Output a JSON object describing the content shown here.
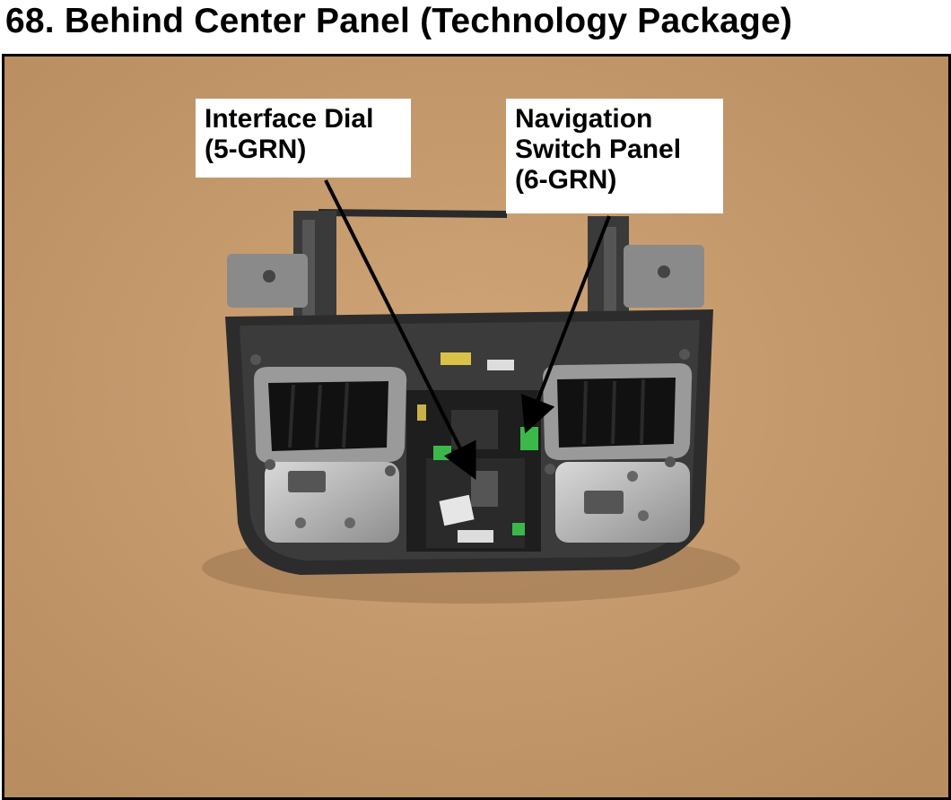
{
  "page": {
    "title": "68. Behind Center Panel (Technology Package)"
  },
  "callouts": [
    {
      "id": "interface-dial",
      "lines": [
        "Interface Dial",
        "(5-GRN)"
      ]
    },
    {
      "id": "navigation-switch-panel",
      "lines": [
        "Navigation",
        "Switch Panel",
        "(6-GRN)"
      ]
    }
  ],
  "photo": {
    "subject": "center-console-panel",
    "colors": {
      "background": "#c89c6e",
      "connector_green": "#3cb84a",
      "panel_dark": "#222222",
      "trim_gray": "#8c8c8c"
    }
  }
}
